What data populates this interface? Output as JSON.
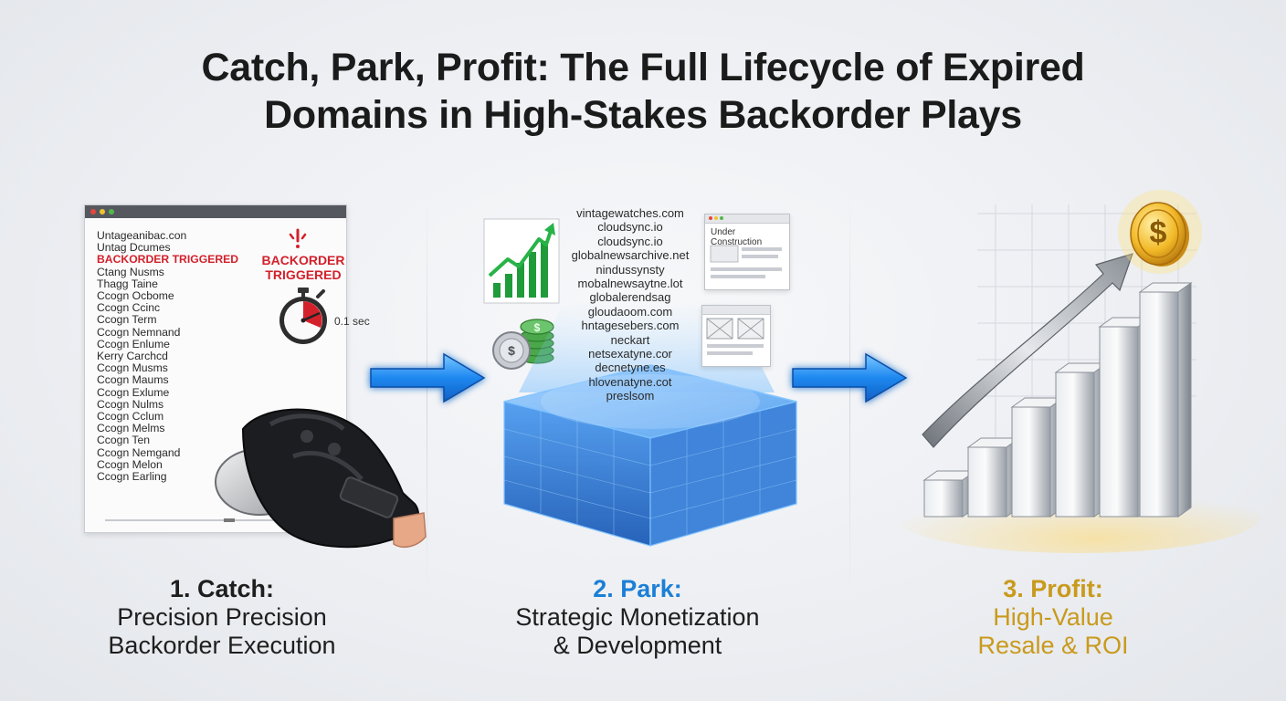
{
  "title": {
    "line1": "Catch, Park, Profit: The Full Lifecycle of Expired",
    "line2": "Domains in High-Stakes Backorder Plays"
  },
  "catch": {
    "list": [
      {
        "text": "Untageanibac.con",
        "highlight": false
      },
      {
        "text": "Untag Dcumes",
        "highlight": false
      },
      {
        "text": "BACKORDER TRIGGERED",
        "highlight": true
      },
      {
        "text": "Ctang Nusms",
        "highlight": false
      },
      {
        "text": "Thagg Taine",
        "highlight": false
      },
      {
        "text": "Ccogn Ocbome",
        "highlight": false
      },
      {
        "text": "Ccogn Ccinc",
        "highlight": false
      },
      {
        "text": "Ccogn Term",
        "highlight": false
      },
      {
        "text": "Ccogn Nemnand",
        "highlight": false
      },
      {
        "text": "Ccogn Enlume",
        "highlight": false
      },
      {
        "text": "Kerry Carchcd",
        "highlight": false
      },
      {
        "text": "Ccogn Musms",
        "highlight": false
      },
      {
        "text": "Ccogn Maums",
        "highlight": false
      },
      {
        "text": "Ccogn Exlume",
        "highlight": false
      },
      {
        "text": "Ccogn Nulms",
        "highlight": false
      },
      {
        "text": "Ccogn Cclum",
        "highlight": false
      },
      {
        "text": "Ccogn Melms",
        "highlight": false
      },
      {
        "text": "Ccogn Ten",
        "highlight": false
      },
      {
        "text": "Ccogn Nemgand",
        "highlight": false
      },
      {
        "text": "Ccogn Melon",
        "highlight": false
      },
      {
        "text": "Ccogn Earling",
        "highlight": false
      }
    ],
    "trigger_line1": "BACKORDER",
    "trigger_line2": "TRIGGERED",
    "timer": "0.1 sec",
    "label_head": "1. Catch:",
    "label_line1": "Precision Precision",
    "label_line2": "Backorder Execution"
  },
  "park": {
    "domains": [
      "vintagewatches.com",
      "cloudsync.io",
      "cloudsync.io",
      "globalnewsarchive.net",
      "nindussynsty",
      "mobalnewsaytne.lot",
      "globalerendsag",
      "gloudaoom.com",
      "hntagesebers.com",
      "neckart",
      "netsexatyne.cor",
      "decnetyne.es",
      "hlovenatyne.cot",
      "preslsom"
    ],
    "under_construction": "Under Construction",
    "label_head": "2. Park:",
    "label_line1": "Strategic Monetization",
    "label_line2": "& Development"
  },
  "profit": {
    "coin_symbol": "$",
    "label_head": "3. Profit:",
    "label_line1": "High-Value",
    "label_line2": "Resale & ROI"
  },
  "colors": {
    "catch": "#1e1e1e",
    "park": "#1b7fd6",
    "profit": "#c99a1c",
    "alert": "#d3212b",
    "arrow": "#1e88f0"
  }
}
